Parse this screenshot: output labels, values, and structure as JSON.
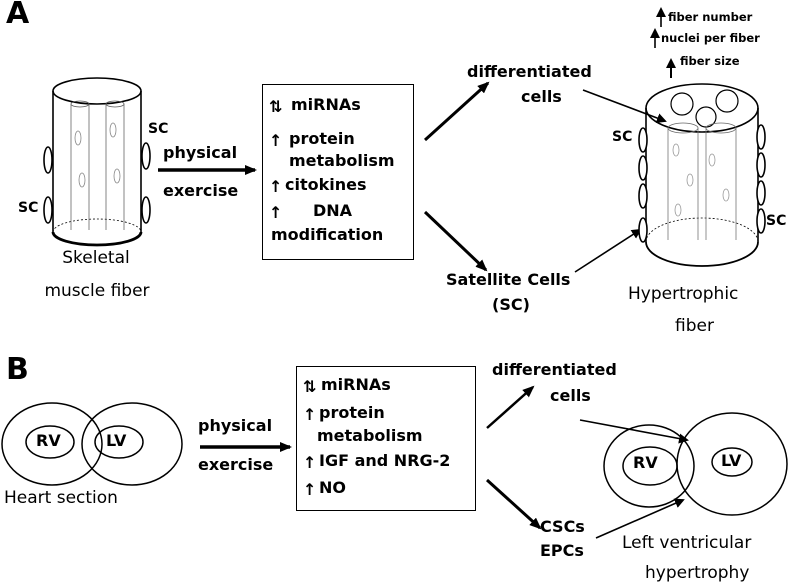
{
  "panel_a": {
    "label": "A",
    "sc_label": "SC",
    "skeletal_fiber_line1": "Skeletal",
    "skeletal_fiber_line2": "muscle fiber",
    "input_arrow_line1": "physical",
    "input_arrow_line2": "exercise",
    "box_items": [
      {
        "arrow": "⇅",
        "text": "miRNAs"
      },
      {
        "arrow": "↑",
        "text": "protein"
      },
      {
        "arrow": "",
        "text": "metabolism"
      },
      {
        "arrow": "↑",
        "text": "citokines"
      },
      {
        "arrow": "↑",
        "text": "DNA"
      },
      {
        "arrow": "",
        "text": "modification"
      }
    ],
    "differentiated_line1": "differentiated",
    "differentiated_line2": "cells",
    "satellite_line1": "Satellite Cells",
    "satellite_line2": "(SC)",
    "hypertrophic_line1": "Hypertrophic",
    "hypertrophic_line2": "fiber",
    "outcomes": [
      "fiber number",
      "nuclei per fiber",
      "fiber size"
    ]
  },
  "panel_b": {
    "label": "B",
    "rv": "RV",
    "lv": "LV",
    "heart_section": "Heart section",
    "input_arrow_line1": "physical",
    "input_arrow_line2": "exercise",
    "box_items": [
      {
        "arrow": "⇅",
        "text": "miRNAs"
      },
      {
        "arrow": "↑",
        "text": "protein"
      },
      {
        "arrow": "",
        "text": "metabolism"
      },
      {
        "arrow": "↑",
        "text": "IGF and NRG-2"
      },
      {
        "arrow": "↑",
        "text": "NO"
      }
    ],
    "differentiated_line1": "differentiated",
    "differentiated_line2": "cells",
    "csc": "CSCs",
    "epc": "EPCs",
    "lvh_line1": "Left ventricular",
    "lvh_line2": "hypertrophy"
  }
}
